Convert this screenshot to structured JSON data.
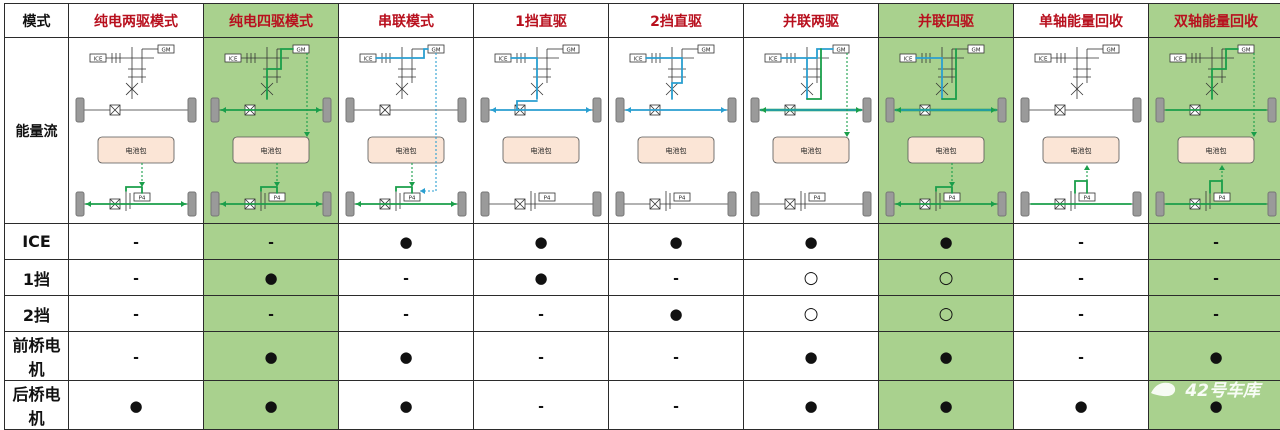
{
  "table": {
    "corner": "模式",
    "flow_label": "能量流",
    "columns": [
      {
        "label": "纯电两驱模式",
        "green": false
      },
      {
        "label": "纯电四驱模式",
        "green": true
      },
      {
        "label": "串联模式",
        "green": false
      },
      {
        "label": "1挡直驱",
        "green": false
      },
      {
        "label": "2挡直驱",
        "green": false
      },
      {
        "label": "并联两驱",
        "green": false
      },
      {
        "label": "并联四驱",
        "green": true
      },
      {
        "label": "单轴能量回收",
        "green": false
      },
      {
        "label": "双轴能量回收",
        "green": true
      }
    ],
    "diagram_labels": {
      "engine": "ICE",
      "generator": "GM",
      "battery": "电池包",
      "rear_motor": "P4"
    },
    "rows": [
      {
        "label": "ICE",
        "values": [
          "-",
          "-",
          "●",
          "●",
          "●",
          "●",
          "●",
          "-",
          "-"
        ]
      },
      {
        "label": "1挡",
        "values": [
          "-",
          "●",
          "-",
          "●",
          "-",
          "○",
          "○",
          "-",
          "-"
        ]
      },
      {
        "label": "2挡",
        "values": [
          "-",
          "-",
          "-",
          "-",
          "●",
          "○",
          "○",
          "-",
          "-"
        ]
      },
      {
        "label": "前桥电机",
        "values": [
          "-",
          "●",
          "●",
          "-",
          "-",
          "●",
          "●",
          "-",
          "●"
        ]
      },
      {
        "label": "后桥电机",
        "values": [
          "●",
          "●",
          "●",
          "-",
          "-",
          "●",
          "●",
          "●",
          "●"
        ]
      }
    ]
  },
  "watermark": {
    "text": "42号车库"
  },
  "colors": {
    "header_text": "#b8101e",
    "green_fill": "#a9d18e",
    "flow_green": "#1a9e4a",
    "flow_blue": "#2a9fd0",
    "battery_fill": "#fbe5d6",
    "wheel": "#9a9a9a"
  }
}
